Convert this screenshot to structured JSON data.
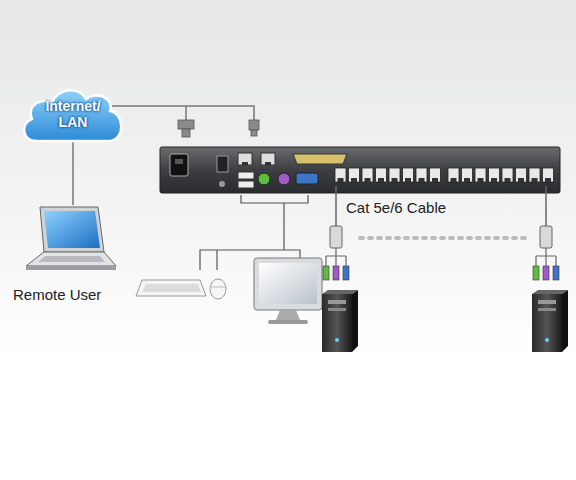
{
  "diagram": {
    "nodes": [
      {
        "text": [
          "Internet/ LAN"
        ]
      }
    ],
    "labels": [
      "Remote User",
      "Cat 5e/6 Cable"
    ]
  }
}
